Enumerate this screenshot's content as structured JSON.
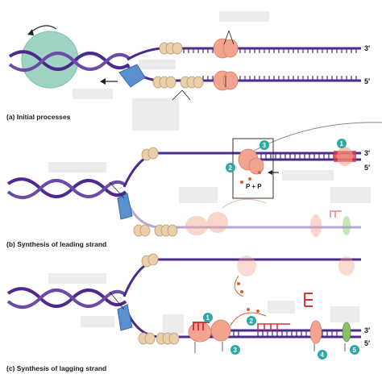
{
  "captions": {
    "a": "(a) Initial processes",
    "b": "(b) Synthesis of leading strand",
    "c": "(c) Synthesis of lagging strand"
  },
  "strand_ends": {
    "three_prime": "3′",
    "five_prime": "5′"
  },
  "steps": {
    "one": "1",
    "two": "2",
    "three": "3",
    "four": "4",
    "five": "5"
  },
  "pyrophosphate": "P + P",
  "colors": {
    "dna_strand": "#4b2a8c",
    "dna_light": "#b7a7d6",
    "helicase": "#9fd4c4",
    "ssb": "#e8cfa9",
    "polymerase": "#f2a48f",
    "primer": "#e0303a",
    "step_badge": "#2fa9a7",
    "label_blank": "#ececec"
  }
}
